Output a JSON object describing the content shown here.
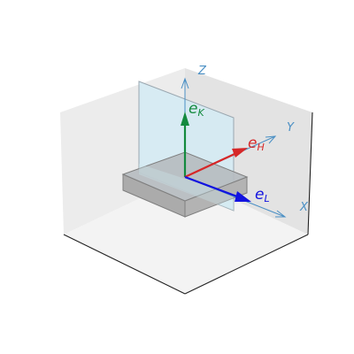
{
  "axes": {
    "x": {
      "label": "X"
    },
    "y": {
      "label": "Y"
    },
    "z": {
      "label": "Z"
    }
  },
  "vectors": {
    "e_K": {
      "main": "e",
      "sub": "K"
    },
    "e_H": {
      "main": "e",
      "sub": "H"
    },
    "e_L": {
      "main": "e",
      "sub": "L"
    }
  },
  "colors": {
    "axis_arrow": "#4a8fc4",
    "axis_label": "#4a8fc4",
    "e_K": "#138a3e",
    "e_H": "#d62728",
    "e_L": "#1212e0",
    "pane_left": "#ececec",
    "pane_back": "#e4e4e4",
    "pane_floor": "#f2f2f2",
    "plate": "#a6a6a6",
    "plate_edge": "#7f7f7f",
    "plane_fill": "#cfe9f3",
    "plane_edge": "#9aa7b0"
  }
}
